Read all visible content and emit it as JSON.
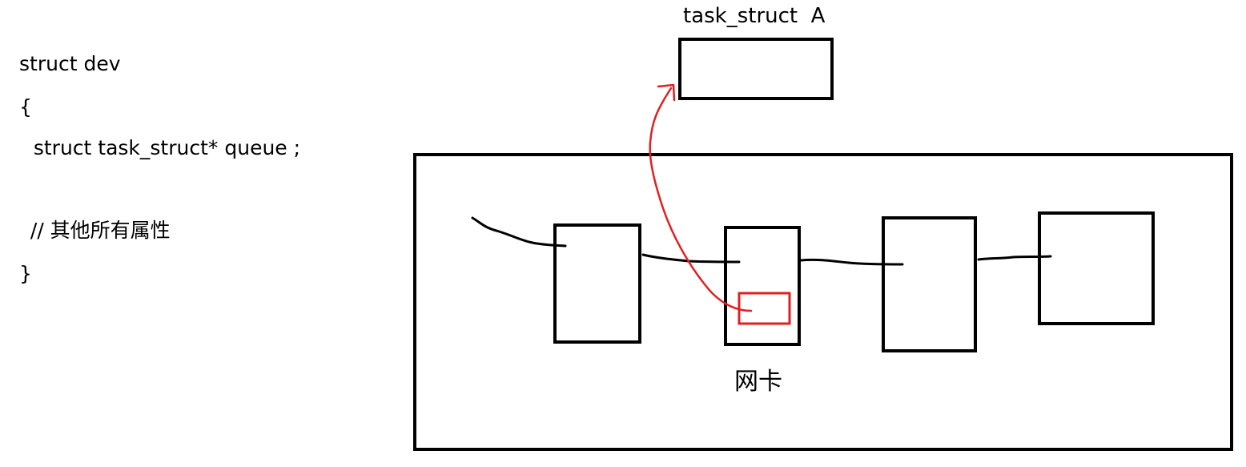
{
  "code": {
    "line1": "struct dev",
    "line2": "{",
    "line3": "   struct task_struct* queue ;",
    "line4": "  // 其他所有属性",
    "line5": "}"
  },
  "diagram": {
    "task_label": "task_struct  A",
    "nic_label": "网卡",
    "colors": {
      "stroke": "#000000",
      "pointer": "#e02020"
    }
  }
}
